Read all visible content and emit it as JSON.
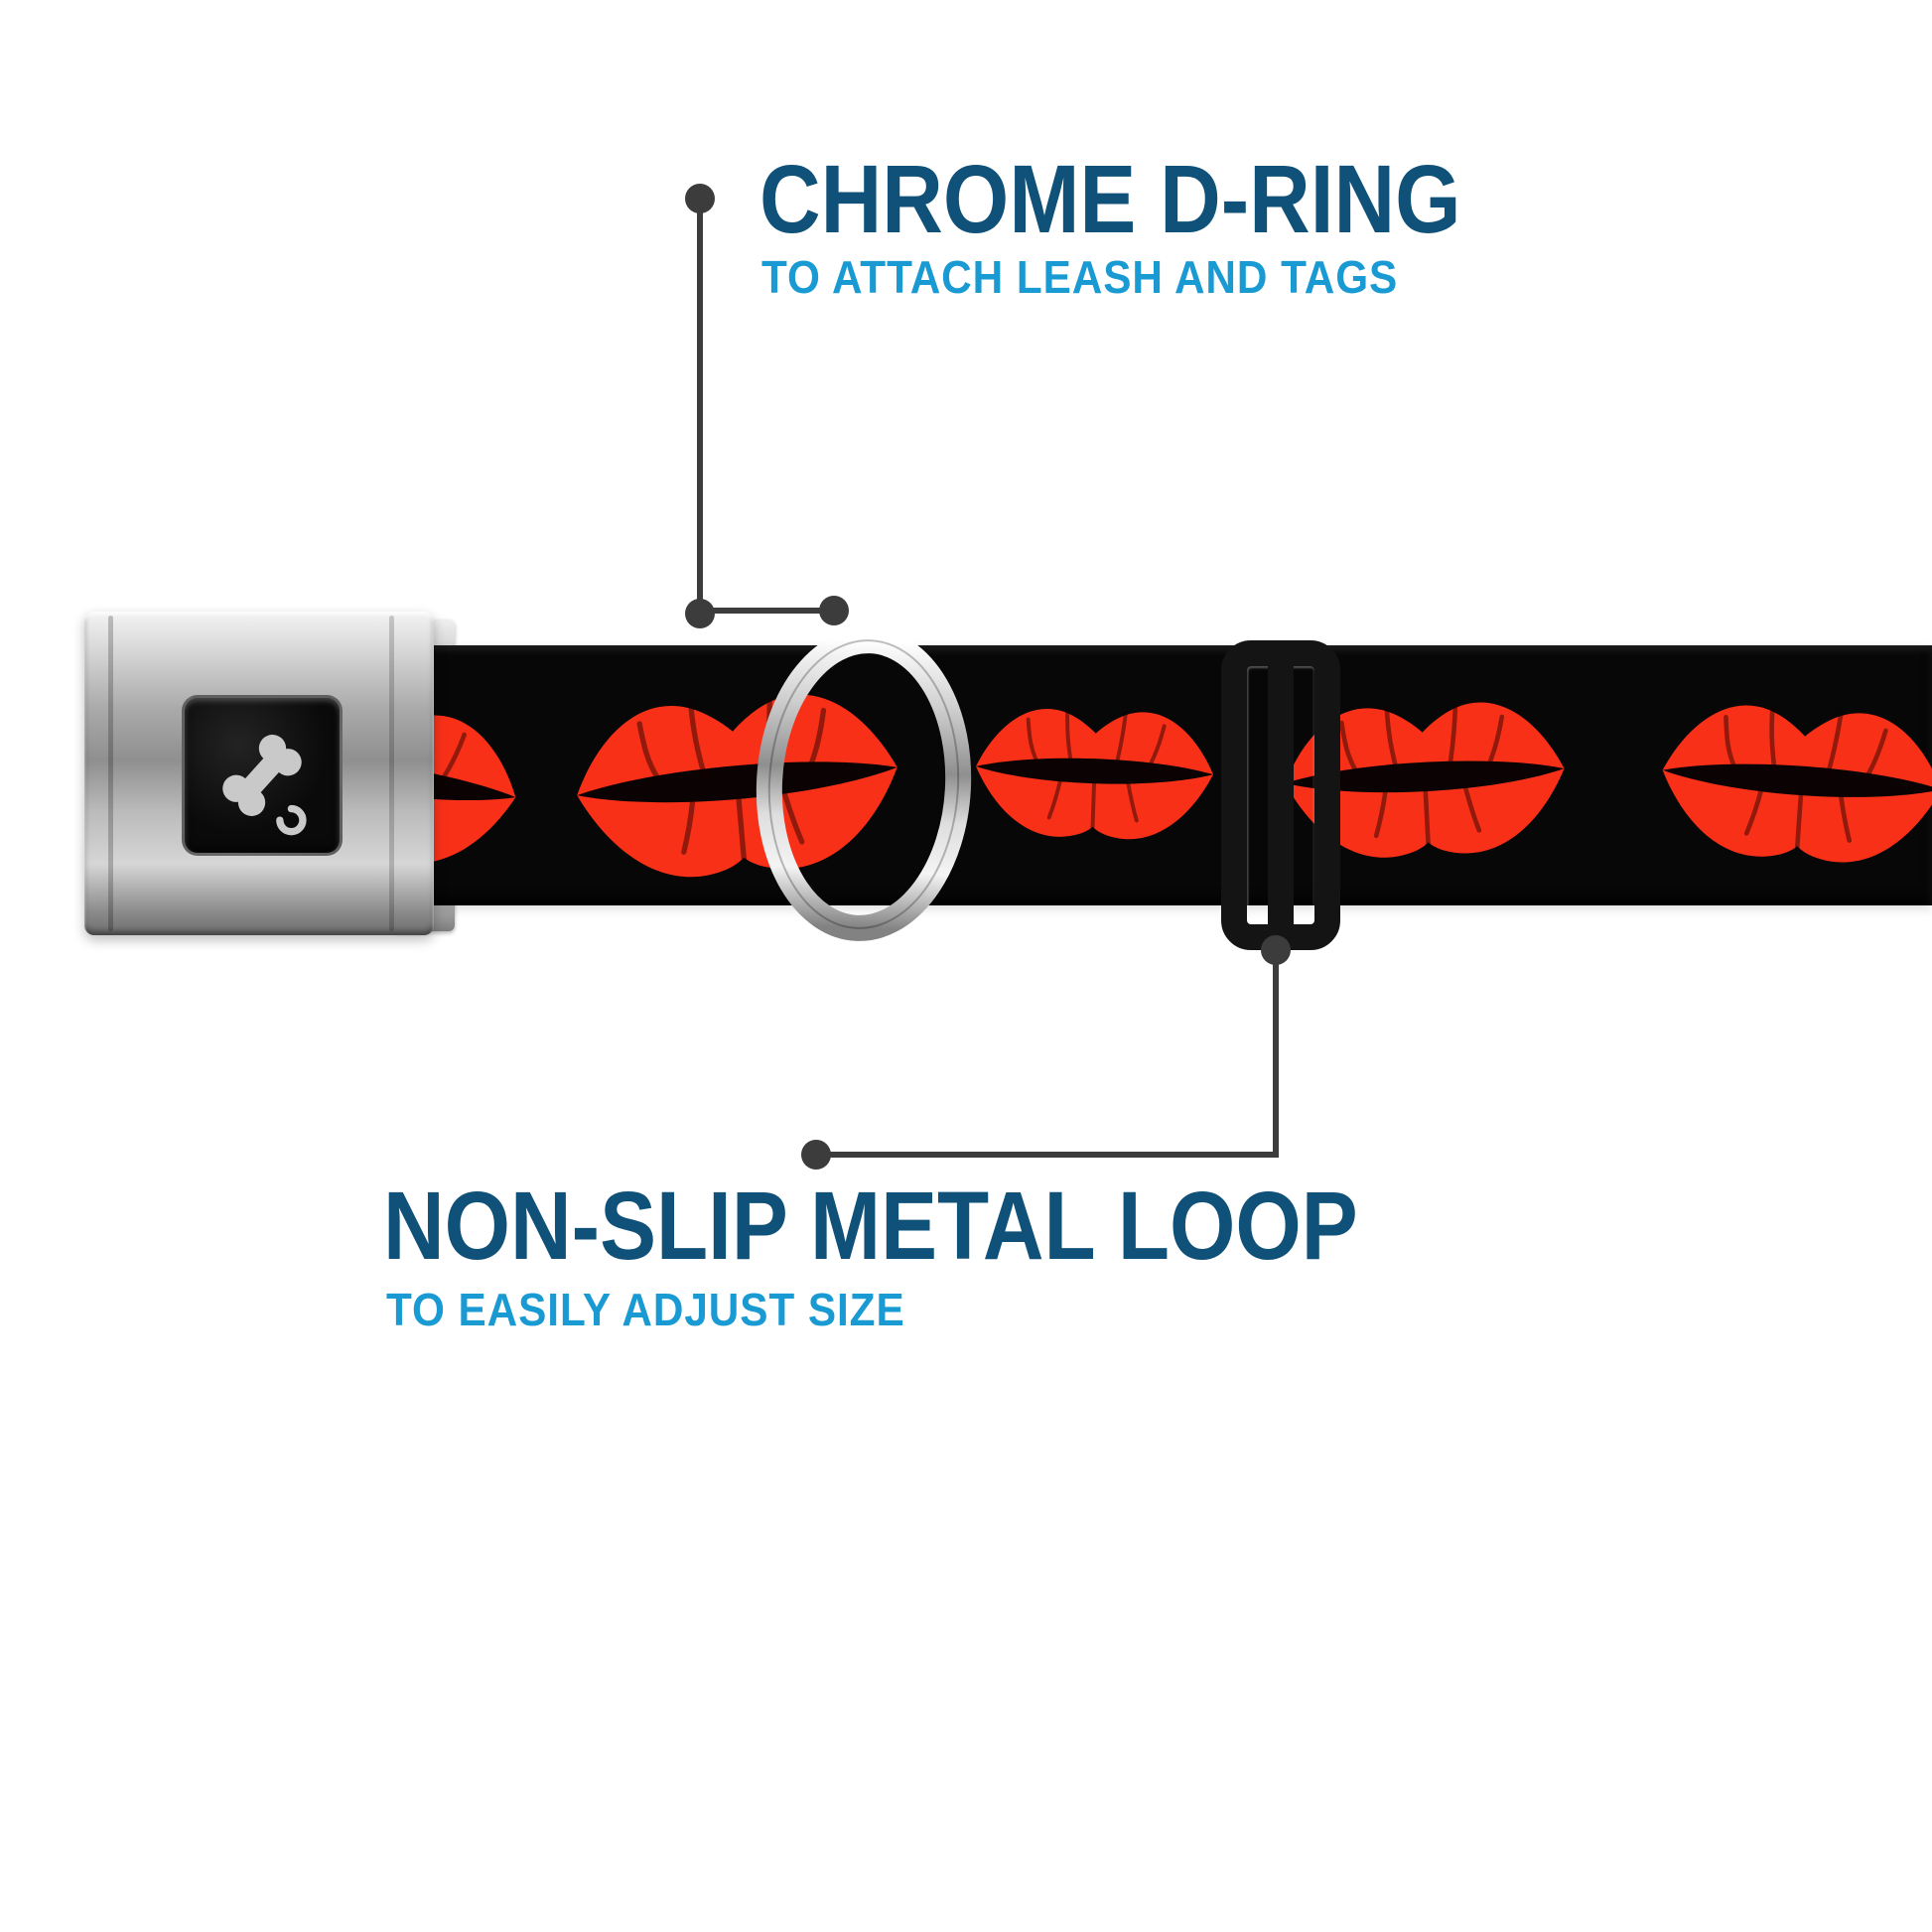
{
  "annotations": {
    "top": {
      "title": "CHROME D-RING",
      "subtitle": "TO ATTACH LEASH AND TAGS"
    },
    "bottom": {
      "title": "NON-SLIP METAL LOOP",
      "subtitle": "TO EASILY ADJUST SIZE"
    }
  },
  "icons": {
    "buckle_logo": "dog-bone-icon",
    "strap_pattern": "red-lips-kiss-print"
  },
  "product_parts": [
    {
      "name": "seatbelt-buckle"
    },
    {
      "name": "webbing-strap"
    },
    {
      "name": "chrome-d-ring"
    },
    {
      "name": "non-slip-metal-loop"
    }
  ],
  "colors": {
    "background": "#ffffff",
    "title": "#0f5178",
    "subtitle": "#1a9ad3",
    "callout": "#3c3c3c",
    "strap": "#070707",
    "lips": "#f93018",
    "slide": "#141414"
  }
}
